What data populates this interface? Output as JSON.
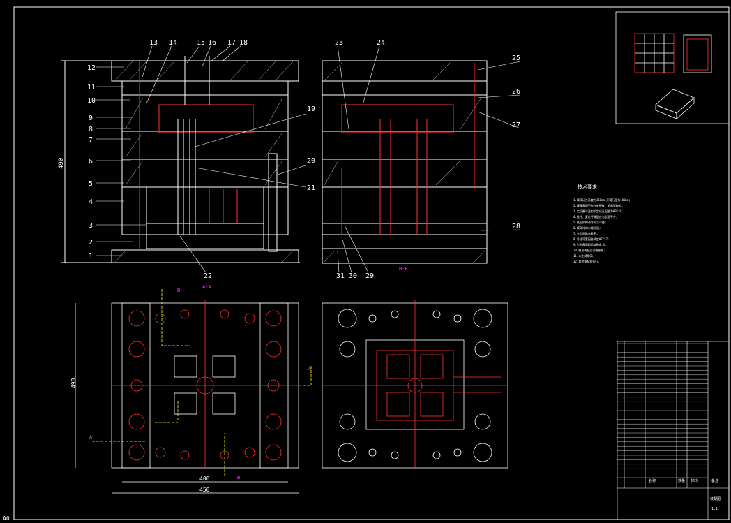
{
  "drawing": {
    "corner_mark": "A0",
    "section_aa_label": "A-A",
    "section_bb_label": "B-B",
    "dim_height_top": "490",
    "dim_height_plan": "490",
    "dim_inner_width": "400",
    "dim_outer_width": "450",
    "section_marks": {
      "a": "A",
      "b": "B"
    }
  },
  "callouts_left": [
    "1",
    "2",
    "3",
    "4",
    "5",
    "6",
    "7",
    "8",
    "9",
    "10",
    "11",
    "12",
    "13",
    "14",
    "15",
    "16",
    "17",
    "18",
    "19",
    "20",
    "21",
    "22"
  ],
  "callouts_right": [
    "23",
    "24",
    "25",
    "26",
    "27",
    "28",
    "29",
    "30",
    "31"
  ],
  "notes": {
    "title": "技术要求",
    "lines": [
      "1.模具闭合高度为360mm,开模行程为100mm;",
      "2.模具表面不允许有裂纹、毛刺等缺陷;",
      "3.定位圈与注射机定位孔配合为H9/f9;",
      "4.推杆、复位杆端面应与型面平齐;",
      "5.推出机构动作灵活可靠;",
      "6.模具冷却水路畅通;",
      "7.分型面贴合紧密;",
      "8.导柱导套配合精度H7/f7;",
      "9.型腔表面粗糙度Ra0.4;",
      "10.模具装配后试模合格;",
      "11.未注倒角C1;",
      "12.其余按标准执行。"
    ]
  },
  "title_block": {
    "rows": 30,
    "label_name": "名称",
    "label_qty": "数量",
    "label_material": "材料",
    "label_remark": "备注",
    "drawing_name": "装配图",
    "scale": "1:1"
  }
}
